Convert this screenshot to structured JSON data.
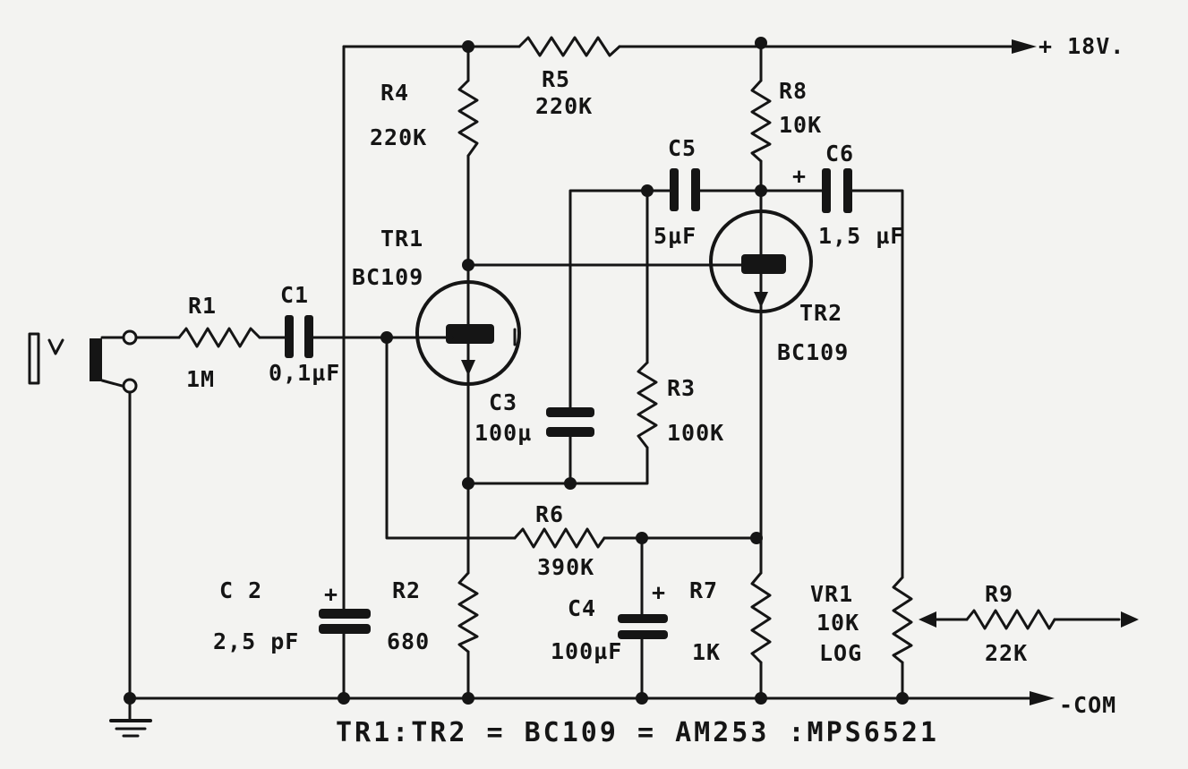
{
  "supply": "+ 18V.",
  "common": "-COM",
  "footnote": "TR1:TR2 = BC109 = AM253 :MPS6521",
  "components": {
    "R1": {
      "ref": "R1",
      "value": "1M"
    },
    "C1": {
      "ref": "C1",
      "value": "0,1µF"
    },
    "R4": {
      "ref": "R4",
      "value": "220K"
    },
    "R5": {
      "ref": "R5",
      "value": "220K"
    },
    "R8": {
      "ref": "R8",
      "value": "10K"
    },
    "C5": {
      "ref": "C5",
      "value": "5µF"
    },
    "C6": {
      "ref": "C6",
      "value": "1,5 µF"
    },
    "TR1": {
      "ref": "TR1",
      "value": "BC109"
    },
    "TR2": {
      "ref": "TR2",
      "value": "BC109"
    },
    "C3": {
      "ref": "C3",
      "value": "100µ"
    },
    "R3": {
      "ref": "R3",
      "value": "100K"
    },
    "R6": {
      "ref": "R6",
      "value": "390K"
    },
    "C2": {
      "ref": "C 2",
      "value": "2,5 pF"
    },
    "R2": {
      "ref": "R2",
      "value": "680"
    },
    "C4": {
      "ref": "C4",
      "value": "100µF"
    },
    "R7": {
      "ref": "R7",
      "value": "1K"
    },
    "VR1": {
      "ref": "VR1",
      "value": "10K",
      "taper": "LOG"
    },
    "R9": {
      "ref": "R9",
      "value": "22K"
    }
  },
  "polarity": {
    "plus": "+"
  }
}
